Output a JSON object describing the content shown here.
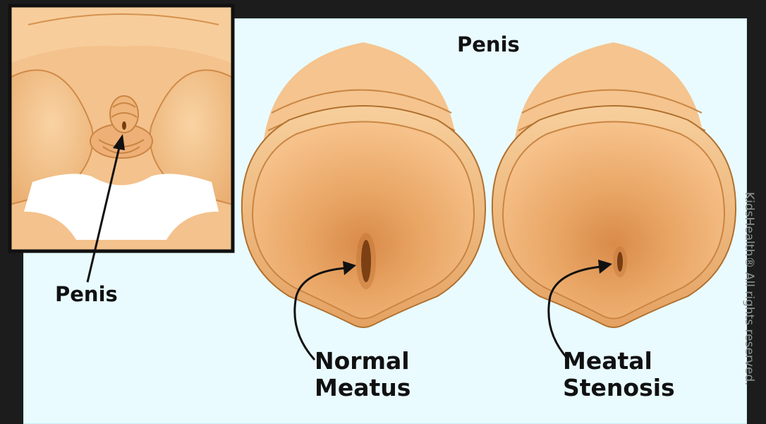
{
  "labels": {
    "title": "Penis",
    "inset_label": "Penis",
    "normal_line1": "Normal",
    "normal_line2": "Meatus",
    "stenosis_line1": "Meatal",
    "stenosis_line2": "Stenosis"
  },
  "credit": "KidsHealth® All rights reserved.",
  "colors": {
    "panel_background": "#e9fbff",
    "skin_light": "#f6c590",
    "skin_mid": "#e6a565",
    "skin_dark": "#c9803f",
    "outline": "#b0702f",
    "frame": "#111111"
  }
}
